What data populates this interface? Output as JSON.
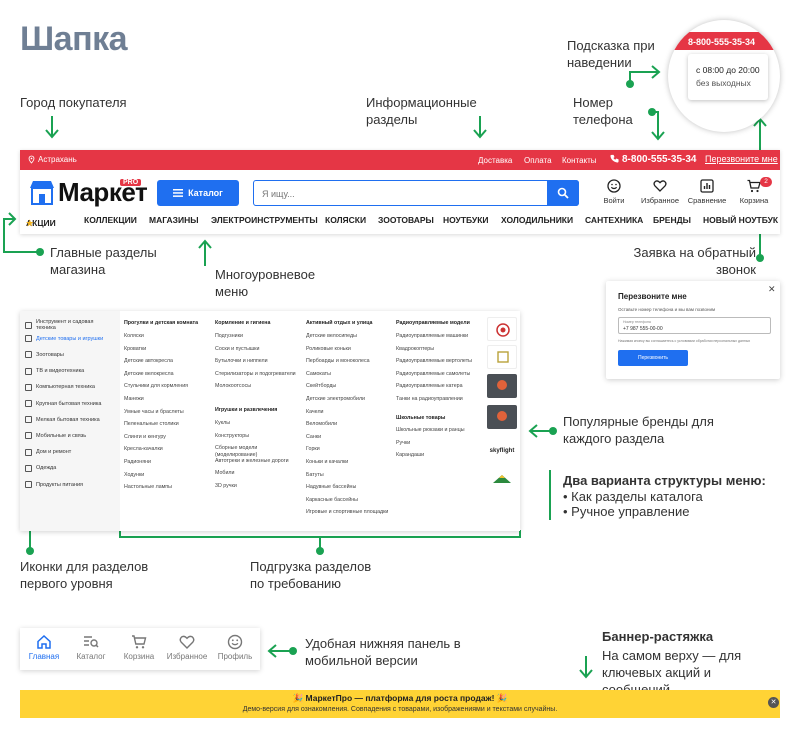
{
  "page_title": "Шапка",
  "annotations": {
    "tooltip": "Подсказка при наведении",
    "city": "Город покупателя",
    "info": "Информационные разделы",
    "phone": "Номер телефона",
    "main_sections": "Главные разделы магазина",
    "multilevel": "Многоуровневое меню",
    "callback": "Заявка на обратный звонок",
    "brands": "Популярные бренды для каждого раздела",
    "two_variants_title": "Два варианта структуры меню:",
    "two_variants_1": "• Как разделы каталога",
    "two_variants_2": "• Ручное управление",
    "icons": "Иконки для разделов первого уровня",
    "lazy": "Подгрузка разделов по требованию",
    "mobile": "Удобная нижняя панель в мобильной версии",
    "banner_title": "Баннер-растяжка",
    "banner_desc": "На самом верху — для ключевых акций и сообщений"
  },
  "tooltip": {
    "phone": "8-800-555-35-34",
    "hours": "с 08:00 до 20:00",
    "days": "без выходных"
  },
  "header": {
    "city": "Астрахань",
    "info_links": [
      "Доставка",
      "Оплата",
      "Контакты"
    ],
    "phone": "8-800-555-35-34",
    "callback_link": "Перезвоните мне",
    "logo_text": "Маркет",
    "logo_pro": "PRO",
    "catalog_btn": "Каталог",
    "search_placeholder": "Я ищу...",
    "icons": {
      "login": "Войти",
      "favorites": "Избранное",
      "compare": "Сравнение",
      "cart": "Корзина",
      "cart_count": "2"
    },
    "nav": [
      "АКЦИИ",
      "КОЛЛЕКЦИИ",
      "МАГАЗИНЫ",
      "ЭЛЕКТРОИНСТРУМЕНТЫ",
      "КОЛЯСКИ",
      "ЗООТОВАРЫ",
      "НОУТБУКИ",
      "ХОЛОДИЛЬНИКИ",
      "САНТЕХНИКА",
      "БРЕНДЫ",
      "НОВЫЙ НОУТБУК"
    ]
  },
  "menu": {
    "left": [
      "Инструмент и садовая техника",
      "Детские товары и игрушки",
      "Зоотовары",
      "ТВ и видеотехника",
      "Компьютерная техника",
      "Крупная бытовая техника",
      "Мелкая бытовая техника",
      "Мобильные и связь",
      "Дом и ремонт",
      "Одежда",
      "Продукты питания"
    ],
    "col1_h": "Прогулки и детская комната",
    "col1": [
      "Коляски",
      "Кроватки",
      "Детские автокресла",
      "Детские велокресла",
      "Стульчики для кормления",
      "Манежи",
      "Умные часы и браслеты",
      "Пеленальные столики",
      "Слинги и кенгуру",
      "Кресла-качалки",
      "Радионяни",
      "Ходунки",
      "Настольные лампы"
    ],
    "col2_h": "Кормление и гигиена",
    "col2": [
      "Подгузники",
      "Соски и пустышки",
      "Бутылочки и ниппели",
      "Стерилизаторы и подогреватели",
      "Молокоотсосы"
    ],
    "col2b_h": "Игрушки и развлечения",
    "col2b": [
      "Куклы",
      "Конструкторы",
      "Сборные модели (моделирование)",
      "Автотреки и железные дороги",
      "Мобили",
      "3D ручки"
    ],
    "col3_h": "Активный отдых и улица",
    "col3": [
      "Детские велосипеды",
      "Роликовые коньки",
      "Пербоарды и моноколеса",
      "Самокаты",
      "Скейтборды",
      "Детские электромобили",
      "Качели",
      "Веломобили",
      "Санки",
      "Горки",
      "Коньки и качалки",
      "Батуты",
      "Надувные бассейны",
      "Каркасные бассейны",
      "Игровые и спортивные площадки"
    ],
    "col4_h": "Радиоуправляемые модели",
    "col4": [
      "Радиоуправляемые машинки",
      "Квадрокоптеры",
      "Радиоуправляемые вертолеты",
      "Радиоуправляемые самолеты",
      "Радиоуправляемые катера",
      "Танки на радиоуправлении"
    ],
    "col4b_h": "Школьные товары",
    "col4b": [
      "Школьные рюкзаки и ранцы",
      "Ручки",
      "Карандаши"
    ],
    "brand_text": "skyflight"
  },
  "callback_popup": {
    "title": "Перезвоните мне",
    "subtitle": "Оставьте номер телефона и мы вам позвоним",
    "field_label": "Номер телефона",
    "field_value": "+7 987 555-00-00",
    "consent": "Нажимая кнопку вы соглашаетесь с условиями обработки персональных данных",
    "button": "Перезвонить"
  },
  "mobile": [
    "Главная",
    "Каталог",
    "Корзина",
    "Избранное",
    "Профиль"
  ],
  "banner": {
    "title": "🎉 МаркетПро — платформа для роста продаж! 🎉",
    "sub": "Демо-версия для ознакомления. Совпадения с товарами, изображениями и текстами случайны."
  },
  "colors": {
    "accent_red": "#e53645",
    "accent_blue": "#1f6ff0",
    "accent_green": "#1aa252",
    "banner": "#ffd335"
  }
}
